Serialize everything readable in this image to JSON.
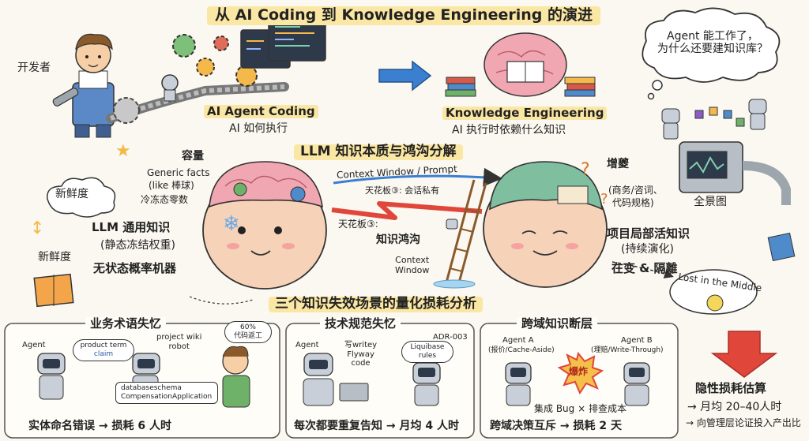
{
  "title": "从 AI Coding 到 Knowledge Engineering 的演进",
  "top": {
    "developer": "开发者",
    "left_title": "AI Agent Coding",
    "left_sub": "AI 如何执行",
    "right_title": "Knowledge Engineering",
    "right_sub": "AI 执行时依赖什么知识",
    "question_line1": "Agent 能工作了，",
    "question_line2": "为什么还要建知识库？"
  },
  "middle": {
    "section_title": "LLM 知识本质与鸿沟分解",
    "capacity": "容量",
    "generic_line1": "Generic facts",
    "generic_line2": "(like 棒球)",
    "frozen_note": "冷冻态零数",
    "freshness_top": "新鲜度",
    "freshness_bottom": "新鲜度",
    "llm_general": "LLM 通用知识",
    "static_weights": "(静态冻结权重)",
    "stateless": "无状态概率机器",
    "context_window": "Context Window / Prompt",
    "ceiling_session": "天花板③: 会话私有",
    "ceiling_gap": "天花板③:",
    "knowledge_gap": "知识鸿沟",
    "context_line1": "Context",
    "context_line2": "Window",
    "growth": "增夔",
    "biz_line1": "(商务/咨词、",
    "biz_line2": "代码规格)",
    "panorama": "全景图",
    "project_local": "项目局部活知识",
    "continuous": "(持续演化)",
    "changing": "在变 & 隔離",
    "lost_middle": "Lost in the Middle"
  },
  "bottom": {
    "section_title": "三个知识失效场景的量化损耗分析",
    "p1": {
      "title": "业务术语失忆",
      "agent": "Agent",
      "bubble_line1": "product term",
      "bubble_line2": "claim",
      "wiki_line1": "project wiki",
      "wiki_line2": "robot",
      "schema_line1": "databaseschema",
      "schema_line2": "CompensationApplication",
      "pct_line1": "60%",
      "pct_line2": "代码返工",
      "footer": "实体命名错误 → 损耗 6 人时"
    },
    "p2": {
      "title": "技术规范失忆",
      "agent": "Agent",
      "write_line1": "写writey",
      "write_line2": "Flyway",
      "write_line3": "code",
      "bubble_line1": "Liquibase",
      "bubble_line2": "rules",
      "adr": "ADR-003",
      "footer": "每次都要重复告知 → 月均 4 人时"
    },
    "p3": {
      "title": "跨域知识断层",
      "agent_a": "Agent A",
      "agent_a_sub": "(报价/Cache-Aside)",
      "agent_b": "Agent B",
      "agent_b_sub": "(理赔/Write-Through)",
      "boom": "爆炸",
      "cost": "集成 Bug × 排查成本",
      "footer": "跨域决策互斥 → 损耗 2 天"
    },
    "summary": {
      "title": "隐性损耗估算",
      "line1": "→ 月均 20–40人时",
      "line2": "→ 向管理层论证投入产出比"
    }
  },
  "colors": {
    "highlight": "#fbe7a4",
    "arrow_blue": "#3b7fd0",
    "arrow_red": "#e0463a",
    "brain_pink": "#f1a7b2"
  }
}
